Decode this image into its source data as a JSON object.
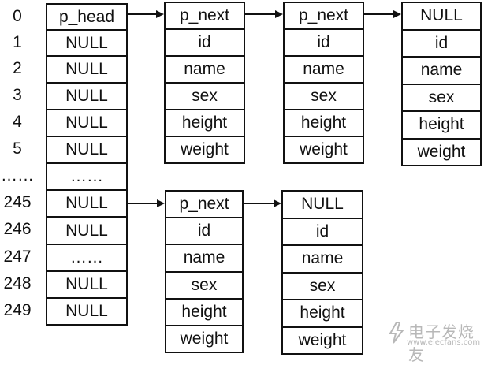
{
  "array": {
    "indices": [
      "0",
      "1",
      "2",
      "3",
      "4",
      "5",
      "……",
      "245",
      "246",
      "247",
      "248",
      "249"
    ],
    "cells": [
      "p_head",
      "NULL",
      "NULL",
      "NULL",
      "NULL",
      "NULL",
      "……",
      "NULL",
      "NULL",
      "……",
      "NULL",
      "NULL"
    ]
  },
  "chains": [
    {
      "nodes": [
        [
          "p_next",
          "id",
          "name",
          "sex",
          "height",
          "weight"
        ],
        [
          "p_next",
          "id",
          "name",
          "sex",
          "height",
          "weight"
        ],
        [
          "NULL",
          "id",
          "name",
          "sex",
          "height",
          "weight"
        ]
      ]
    },
    {
      "nodes": [
        [
          "p_next",
          "id",
          "name",
          "sex",
          "height",
          "weight"
        ],
        [
          "NULL",
          "id",
          "name",
          "sex",
          "height",
          "weight"
        ]
      ]
    }
  ],
  "watermark": {
    "brand": "电子发烧友",
    "url": "www.elecfans.com"
  }
}
